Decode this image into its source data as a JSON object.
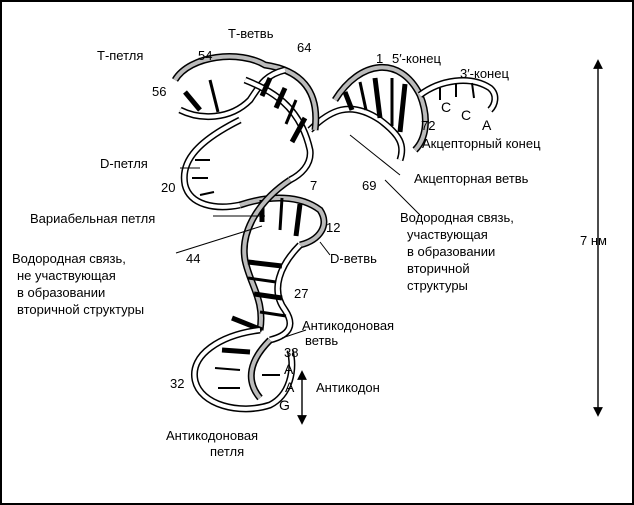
{
  "labels": {
    "t_loop": "Т-петля",
    "t_arm": "Т-ветвь",
    "five_end": "5′-конец",
    "three_end": "3′-конец",
    "acceptor_end": "Акцепторный конец",
    "acceptor_arm": "Акцепторная ветвь",
    "d_loop": "D-петля",
    "variable_loop": "Вариабельная петля",
    "d_arm": "D-ветвь",
    "anticodon_arm_1": "Антикодоновая",
    "anticodon_arm_2": "ветвь",
    "anticodon": "Антикодон",
    "anticodon_loop_1": "Антикодоновая",
    "anticodon_loop_2": "петля",
    "size": "7 нм"
  },
  "notes": {
    "hbond_secondary": [
      "Водородная связь,",
      "участвующая",
      "в образовании",
      "вторичной",
      "структуры"
    ],
    "hbond_tertiary": [
      "Водородная связь,",
      "не участвующая",
      "в образовании",
      "вторичной структуры"
    ]
  },
  "numbers": {
    "n54": "54",
    "n64": "64",
    "n1": "1",
    "n56": "56",
    "n72": "72",
    "n20": "20",
    "n7": "7",
    "n69": "69",
    "n12": "12",
    "n44": "44",
    "n27": "27",
    "n38": "38",
    "n32": "32"
  },
  "bases": {
    "acc_c1": "C",
    "acc_c2": "C",
    "acc_a": "A",
    "anti_a1": "A",
    "anti_a2": "A",
    "anti_g": "G"
  }
}
